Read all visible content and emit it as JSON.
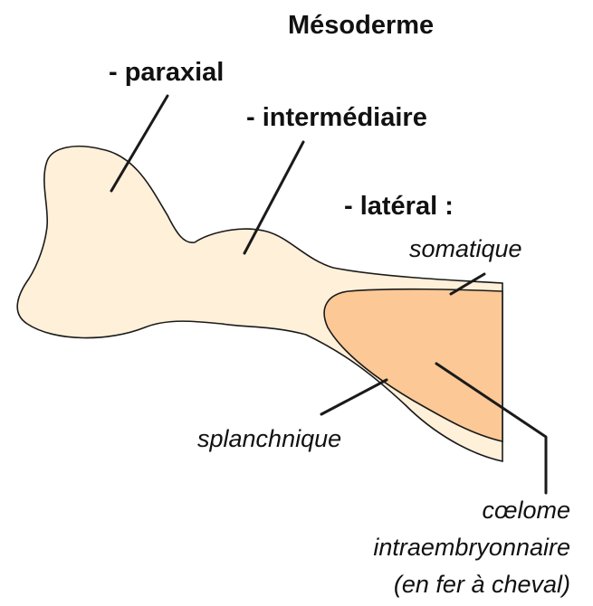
{
  "title": "Mésoderme",
  "labels": {
    "paraxial": "- paraxial",
    "intermediaire": "- intermédiaire",
    "lateral": "- latéral :",
    "somatique": "somatique",
    "splanchnique": "splanchnique",
    "coelome_line1": "cœlome",
    "coelome_line2": "intraembryonnaire",
    "coelome_line3": "(en fer à cheval)"
  },
  "colors": {
    "mesoderm_fill": "#FEF0D9",
    "mesoderm_outline": "#1a1a1a",
    "coelom_fill": "#FBC896",
    "coelom_outline": "#1a1a1a",
    "text": "#111111"
  }
}
